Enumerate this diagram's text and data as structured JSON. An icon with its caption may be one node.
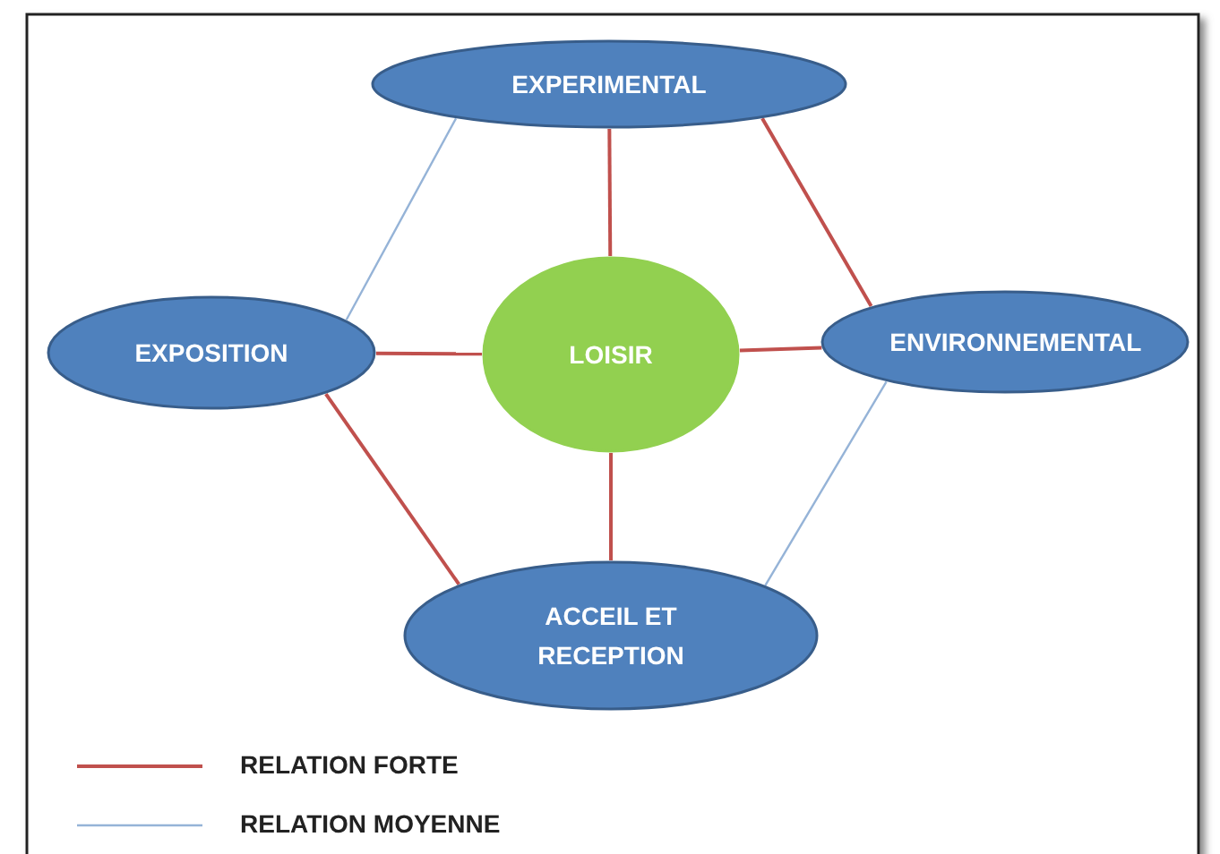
{
  "diagram": {
    "nodes": [
      {
        "text": [
          "EXPERIMENTAL"
        ]
      },
      {
        "text": [
          "EXPOSITION"
        ]
      },
      {
        "text": [
          "LOISIR"
        ]
      },
      {
        "text": [
          "ENVIRONNEMENTAL"
        ]
      },
      {
        "text": [
          "ACCEIL ET RECEPTION"
        ]
      }
    ],
    "edges": [
      {
        "from": 0,
        "to": 2,
        "arrow": "none"
      },
      {
        "from": 0,
        "to": 1,
        "arrow": "none",
        "color": "#95b3d7"
      },
      {
        "from": 0,
        "to": 3,
        "arrow": "none"
      },
      {
        "from": 1,
        "to": 2,
        "arrow": "none"
      },
      {
        "from": 2,
        "to": 3,
        "arrow": "none"
      },
      {
        "from": 1,
        "to": 4,
        "arrow": "none"
      },
      {
        "from": 2,
        "to": 4,
        "arrow": "none"
      },
      {
        "from": 3,
        "to": 4,
        "arrow": "none",
        "color": "#95b3d7"
      }
    ],
    "legend": [
      {
        "text": "RELATION FORTE"
      },
      {
        "text": "RELATION MOYENNE"
      }
    ]
  }
}
